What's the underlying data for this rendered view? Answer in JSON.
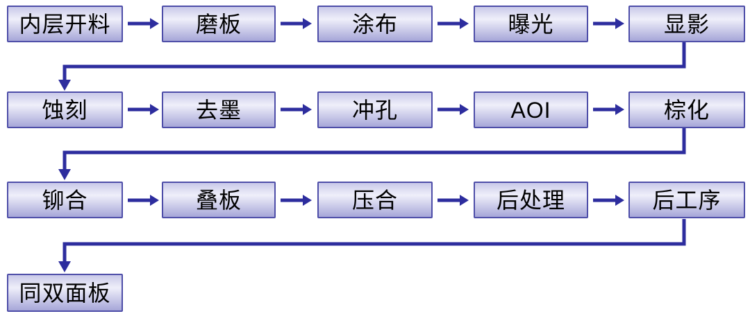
{
  "colors": {
    "canvas_bg": "#ffffff",
    "box_border": "#4d4da8",
    "box_fill_top": "#c9c9e8",
    "box_fill_mid": "#efeffa",
    "box_fill_bottom": "#a6a6d8",
    "arrow": "#2d2d9e",
    "text": "#000000"
  },
  "flowchart": {
    "description_icons": [
      "arrow-right-icon",
      "connector-down-elbow"
    ],
    "rows": [
      {
        "boxes": [
          {
            "label": "内层开料"
          },
          {
            "label": "磨板"
          },
          {
            "label": "涂布"
          },
          {
            "label": "曝光"
          },
          {
            "label": "显影"
          }
        ]
      },
      {
        "boxes": [
          {
            "label": "蚀刻"
          },
          {
            "label": "去墨"
          },
          {
            "label": "冲孔"
          },
          {
            "label": "AOI"
          },
          {
            "label": "棕化"
          }
        ]
      },
      {
        "boxes": [
          {
            "label": "铆合"
          },
          {
            "label": "叠板"
          },
          {
            "label": "压合"
          },
          {
            "label": "后处理"
          },
          {
            "label": "后工序"
          }
        ]
      },
      {
        "boxes": [
          {
            "label": "同双面板"
          }
        ]
      }
    ]
  }
}
